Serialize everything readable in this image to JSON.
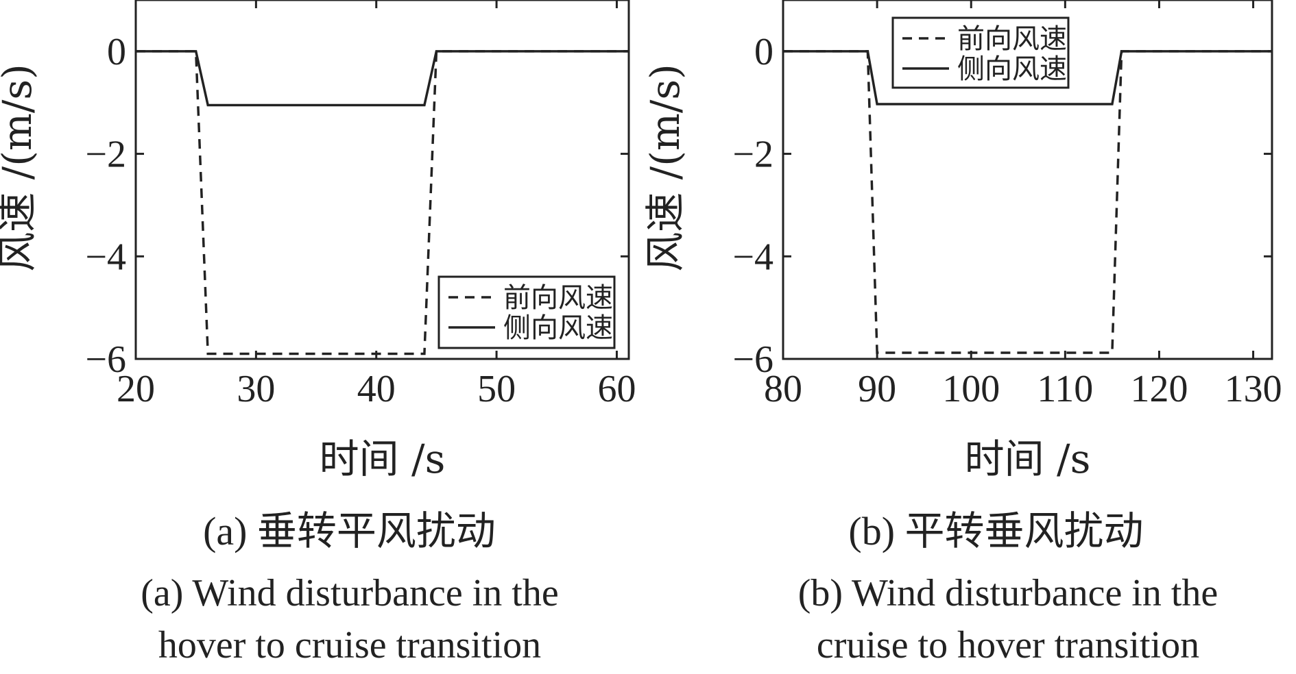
{
  "chart_data": [
    {
      "type": "line",
      "panel": "a",
      "xlabel": "时间 /s",
      "ylabel": "风速 /(m/s)",
      "xlim": [
        20,
        61
      ],
      "ylim": [
        -6,
        1
      ],
      "xticks": [
        20,
        30,
        40,
        50,
        60
      ],
      "xtick_labels": [
        "20",
        "30",
        "40",
        "50",
        "60"
      ],
      "yticks": [
        0,
        -2,
        -4,
        -6
      ],
      "ytick_labels": [
        "0",
        "−2",
        "−4",
        "−6"
      ],
      "grid": false,
      "legend_position": "bottom-right",
      "series": [
        {
          "name": "前向风速",
          "style": "dashed",
          "color": "#222222",
          "x": [
            20,
            25,
            26,
            44,
            45,
            61
          ],
          "y": [
            0,
            0,
            -5.9,
            -5.9,
            0,
            0
          ]
        },
        {
          "name": "侧向风速",
          "style": "solid",
          "color": "#222222",
          "x": [
            20,
            25,
            26,
            44,
            45,
            61
          ],
          "y": [
            0,
            0,
            -1.05,
            -1.05,
            0,
            0
          ]
        }
      ],
      "caption_zh": "(a) 垂转平风扰动",
      "caption_en": [
        "(a) Wind disturbance in the",
        "hover to cruise transition"
      ]
    },
    {
      "type": "line",
      "panel": "b",
      "xlabel": "时间 /s",
      "ylabel": "风速 /(m/s)",
      "xlim": [
        80,
        132
      ],
      "ylim": [
        -6,
        1
      ],
      "xticks": [
        80,
        90,
        100,
        110,
        120,
        130
      ],
      "xtick_labels": [
        "80",
        "90",
        "100",
        "110",
        "120",
        "130"
      ],
      "yticks": [
        0,
        -2,
        -4,
        -6
      ],
      "ytick_labels": [
        "0",
        "−2",
        "−4",
        "−6"
      ],
      "grid": false,
      "legend_position": "top-left",
      "series": [
        {
          "name": "前向风速",
          "style": "dashed",
          "color": "#222222",
          "x": [
            80,
            89,
            90,
            115,
            116,
            132
          ],
          "y": [
            0,
            0,
            -5.88,
            -5.88,
            0,
            0
          ]
        },
        {
          "name": "侧向风速",
          "style": "solid",
          "color": "#222222",
          "x": [
            80,
            89,
            90,
            115,
            116,
            132
          ],
          "y": [
            0,
            0,
            -1.03,
            -1.03,
            0,
            0
          ]
        }
      ],
      "caption_zh": "(b) 平转垂风扰动",
      "caption_en": [
        "(b) Wind disturbance in the",
        "cruise to hover transition"
      ]
    }
  ]
}
